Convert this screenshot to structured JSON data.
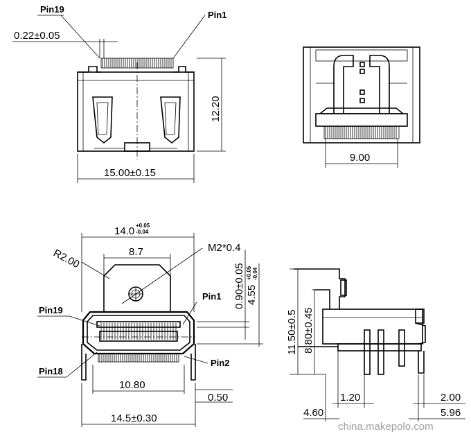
{
  "top_left_view": {
    "pin19_label": "Pin19",
    "pin1_label": "Pin1",
    "pitch": "0.22±0.05",
    "height": "12.20",
    "width": "15.00±0.15"
  },
  "top_right_view": {
    "width": "9.00"
  },
  "bottom_left_view": {
    "width_main": "14.0",
    "tol_plus": "+0.05",
    "tol_minus": "-0.04",
    "tab_width": "8.7",
    "radius": "R2.00",
    "screw": "M2*0.4",
    "pin1_label": "Pin1",
    "pin19_label": "Pin19",
    "pin18_label": "Pin18",
    "pin2_label": "Pin2",
    "dim_090": "0.90±0.05",
    "dim_455_main": "4.55",
    "dim_455_tol_plus": "+0.05",
    "dim_455_tol_minus": "-0.04",
    "dim_1080": "10.80",
    "dim_050": "0.50",
    "bottom_width": "14.5±0.30"
  },
  "bottom_right_view": {
    "height_total": "11.50±0.5",
    "height_mid": "8.80±0.45",
    "dim_120": "1.20",
    "dim_200": "2.00",
    "dim_460": "4.60",
    "dim_596": "5.96"
  },
  "watermark": "china.makepolo.com"
}
